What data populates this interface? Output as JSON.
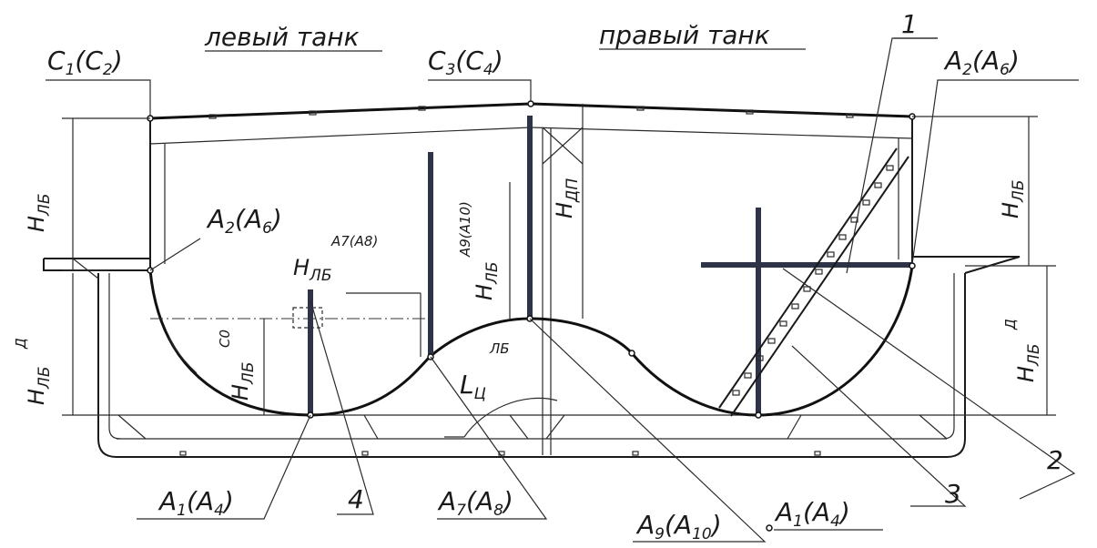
{
  "title": {
    "left_tank": "левый танк",
    "right_tank": "правый танк"
  },
  "points": {
    "c1c2": {
      "main": "C",
      "s1": "1",
      "paren": "(C",
      "s2": "2",
      "close": ")"
    },
    "c3c4": {
      "main": "C",
      "s1": "3",
      "paren": "(C",
      "s2": "4",
      "close": ")"
    },
    "a2a6_left": {
      "main": "A",
      "s1": "2",
      "paren": "(A",
      "s2": "6",
      "close": ")"
    },
    "a2a6_right": {
      "main": "A",
      "s1": "2",
      "paren": "(A",
      "s2": "6",
      "close": ")"
    },
    "a1a4_left": {
      "main": "A",
      "s1": "1",
      "paren": "(A",
      "s2": "4",
      "close": ")"
    },
    "a1a4_right": {
      "main": "A",
      "s1": "1",
      "paren": "(A",
      "s2": "4",
      "close": ")"
    },
    "a7a8": {
      "main": "A",
      "s1": "7",
      "paren": "(A",
      "s2": "8",
      "close": ")"
    },
    "a9a10": {
      "main": "A",
      "s1": "9",
      "paren": "(A",
      "s2": "10",
      "close": ")"
    }
  },
  "dimensions": {
    "h_lb": {
      "main": "H",
      "sub": "ЛБ"
    },
    "h_dp": {
      "main": "H",
      "sub": "ДП"
    },
    "h_lb_d": {
      "main": "H",
      "sub": "ЛБ",
      "sup": "Д"
    },
    "h_lb_c0": {
      "main": "H",
      "sub": "ЛБ",
      "sup": "C0"
    },
    "h_lb_a7": {
      "main": "H",
      "sub": "ЛБ",
      "sup": "A7(A8)"
    },
    "h_lb_a9": {
      "main": "H",
      "sub": "ЛБ",
      "sup": "A9(A10)"
    },
    "l_c": {
      "main": "L",
      "sub": "Ц",
      "sup": "ЛБ"
    }
  },
  "callouts": [
    "1",
    "2",
    "3",
    "4"
  ]
}
